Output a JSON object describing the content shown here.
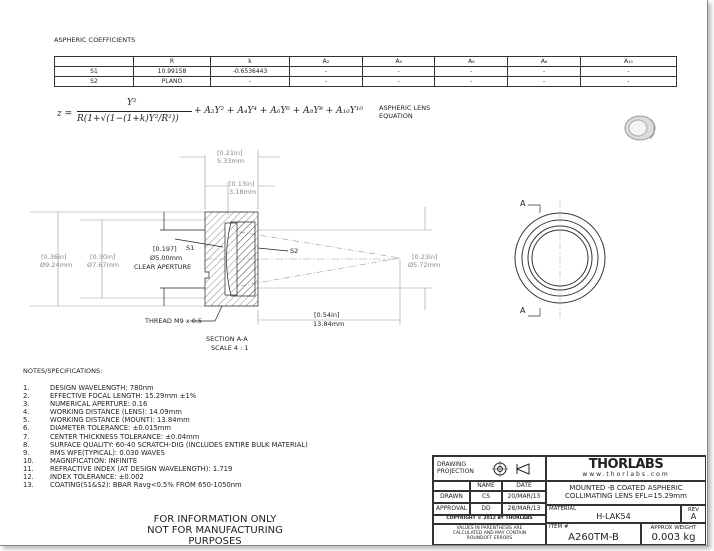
{
  "coefficients": {
    "title": "ASPHERIC COEFFICIENTS",
    "headers": [
      "",
      "R",
      "k",
      "A₂",
      "A₄",
      "A₆",
      "A₈",
      "A₁₀"
    ],
    "rows": [
      [
        "S1",
        "10.99158",
        "-0.6536443",
        "-",
        "-",
        "-",
        "-",
        "-"
      ],
      [
        "S2",
        "PLANO",
        "-",
        "-",
        "-",
        "-",
        "-",
        "-"
      ]
    ]
  },
  "equation": {
    "lhs": "z =",
    "numerator": "Y²",
    "denominator": "R(1+√(1−(1+k)Y²/R²))",
    "terms": "+ A₂Y² + A₄Y⁴ + A₆Y⁶ + A₈Y⁸ + A₁₀Y¹⁰",
    "label1": "ASPHERIC LENS",
    "label2": "EQUATION"
  },
  "section": {
    "d_len_in": "[0.21in]",
    "d_len_mm": "5.33mm",
    "d_lens_in": "[0.13in]",
    "d_lens_mm": "3.18mm",
    "od_in": "[0.36in]",
    "od_mm": "Ø9.24mm",
    "id_in": "[0.30in]",
    "id_mm": "Ø7.67mm",
    "ca_in": "[0.197]",
    "ca_mm": "Ø5.00mm",
    "ca_label": "CLEAR APERTURE",
    "s1": "S1",
    "s2": "S2",
    "out_in": "[0.23in]",
    "out_mm": "Ø5.72mm",
    "wd_in": "[0.54in]",
    "wd_mm": "13.84mm",
    "thread": "THREAD M9 x 0.5",
    "title": "SECTION A-A",
    "scale": "SCALE 4 : 1",
    "a_label": "A"
  },
  "notes": {
    "title": "NOTES/SPECIFICATIONS:",
    "items": [
      [
        "1.",
        "DESIGN WAVELENGTH: 780nm"
      ],
      [
        "2.",
        "EFFECTIVE FOCAL LENGTH: 15.29mm ±1%"
      ],
      [
        "3.",
        "NUMERICAL APERTURE: 0.16"
      ],
      [
        "4.",
        "WORKING DISTANCE (LENS): 14.09mm"
      ],
      [
        "5.",
        "WORKING DISTANCE (MOUNT): 13.84mm"
      ],
      [
        "6.",
        "DIAMETER TOLERANCE: ±0.015mm"
      ],
      [
        "7.",
        "CENTER THICKNESS TOLERANCE:  ±0.04mm"
      ],
      [
        "8.",
        "SURFACE QUALITY: 60-40 SCRATCH-DIG (INCLUDES ENTIRE BULK MATERIAL)"
      ],
      [
        "9.",
        "RMS WFE(TYPICAL): 0.030 WAVES"
      ],
      [
        "10.",
        "MAGNIFICATION: INFINITE"
      ],
      [
        "11.",
        "REFRACTIVE INDEX (AT DESIGN WAVELENGTH): 1.719"
      ],
      [
        "12.",
        "INDEX TOLERANCE: ±0.002"
      ],
      [
        "13.",
        "COATING(S1&S2): BBAR Ravg<0.5% FROM 650-1050nm"
      ]
    ]
  },
  "warning": {
    "line1": "FOR INFORMATION ONLY",
    "line2": "NOT FOR MANUFACTURING PURPOSES"
  },
  "titleblock": {
    "projection": "DRAWING PROJECTION",
    "name_h": "NAME",
    "date_h": "DATE",
    "drawn": "DRAWN",
    "drawn_name": "CS",
    "drawn_date": "20/MAR/13",
    "approval": "APPROVAL",
    "approval_name": "DD",
    "approval_date": "28/MAR/13",
    "copyright": "COPYRIGHT © 2012 BY THORLABS",
    "values_note": "VALUES IN PARENTHESIS ARE CALCULATED AND MAY CONTAIN ROUNDOFF ERRORS",
    "logo": "THORLABS",
    "url": "www.thorlabs.com",
    "description": "MOUNTED -B COATED ASPHERIC COLLIMATING LENS   EFL=15.29mm",
    "material_label": "MATERIAL",
    "material": "H-LAK54",
    "rev_label": "REV",
    "rev": "A",
    "item_label": "ITEM #",
    "item": "A260TM-B",
    "weight_label": "APPROX WEIGHT",
    "weight": "0.003 kg"
  }
}
